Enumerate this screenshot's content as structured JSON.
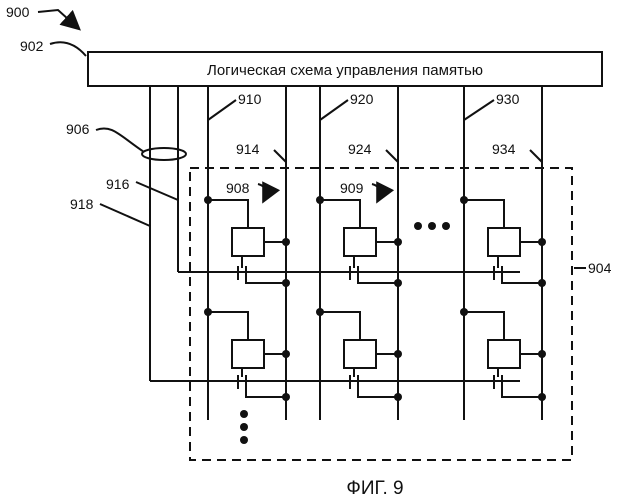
{
  "header": {
    "title": "Логическая схема управления памятью"
  },
  "labels": {
    "fig_number": "900",
    "controller": "902",
    "array": "904",
    "bundle": "906",
    "cell_a": "908",
    "cell_b": "909",
    "col1_line_a": "910",
    "col1_line_b": "914",
    "row_line_a": "916",
    "row_line_b": "918",
    "col2_line_a": "920",
    "col2_line_b": "924",
    "col3_line_a": "930",
    "col3_line_b": "934"
  },
  "caption": "ФИГ. 9"
}
